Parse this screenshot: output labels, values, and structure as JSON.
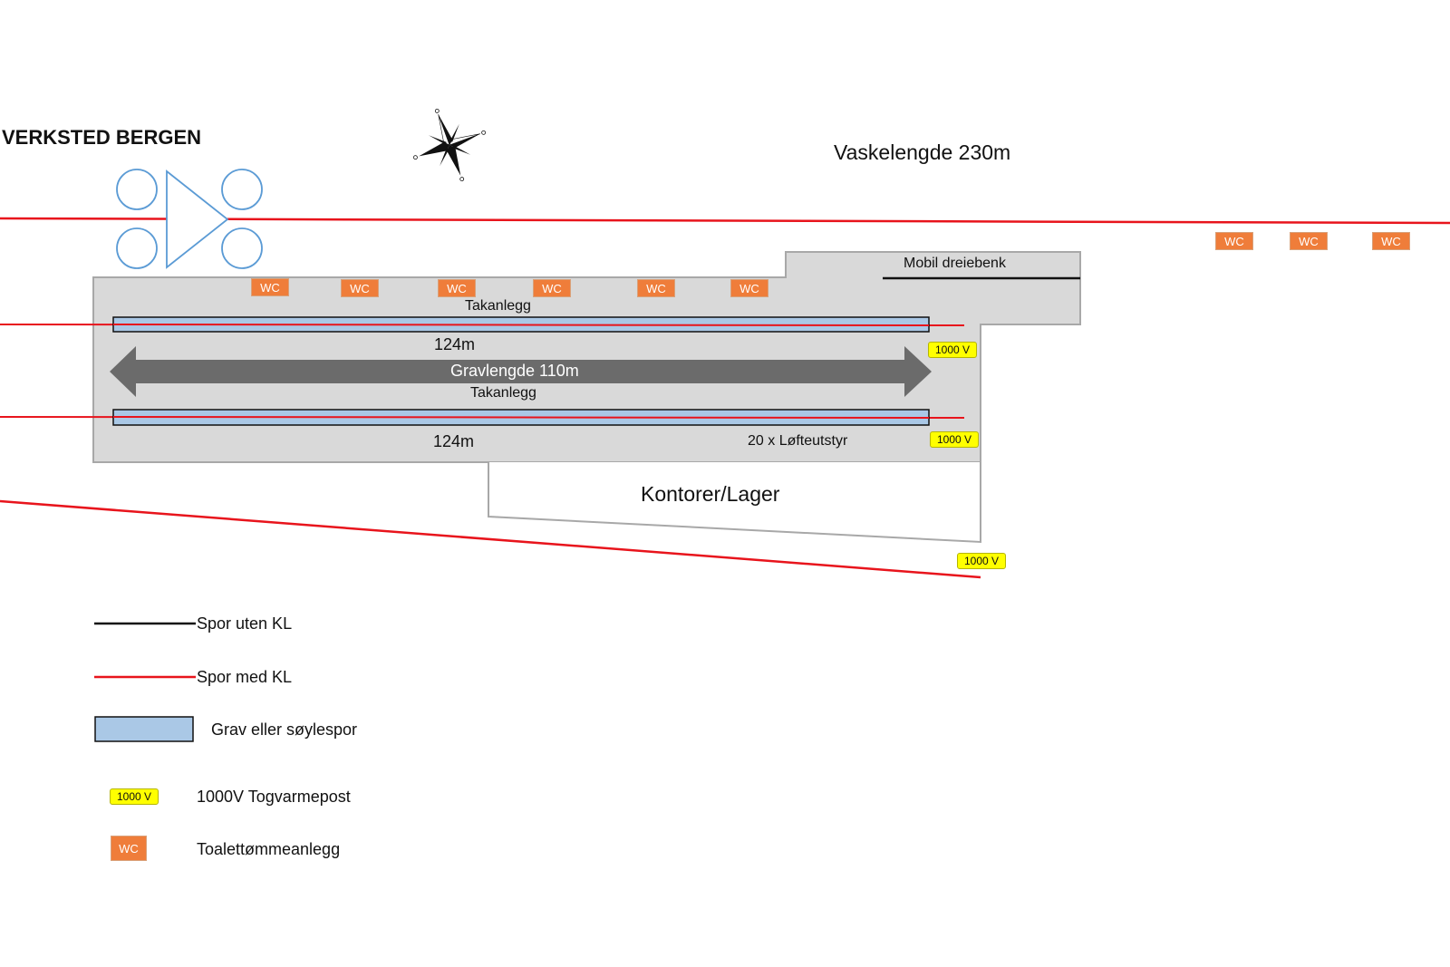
{
  "title": "VERKSTED BERGEN",
  "labels": {
    "washing_length": "Vaskelengde 230m",
    "lathe": "Mobil dreiebenk",
    "roof_1": "Takanlegg",
    "roof_2": "Takanlegg",
    "length_1": "124m",
    "length_2": "124m",
    "pit_length": "Gravlengde 110m",
    "lifting": "20 x Løfteutstyr",
    "offices": "Kontorer/Lager"
  },
  "wc_label": "WC",
  "voltage_label": "1000 V",
  "legend": [
    {
      "symbol": "line-black",
      "text": "Spor uten KL"
    },
    {
      "symbol": "line-red",
      "text": "Spor med KL"
    },
    {
      "symbol": "pit-box",
      "text": "Grav eller søylespor"
    },
    {
      "symbol": "voltage-badge",
      "badge": "1000 V",
      "text": "1000V Togvarmepost"
    },
    {
      "symbol": "wc-badge",
      "badge": "WC",
      "text": "Toalettømmeanlegg"
    }
  ],
  "colors": {
    "track_with_kl": "#e8141c",
    "track_without_kl": "#111111",
    "pit": "#aac8e6",
    "building": "#d9d9d9",
    "wc": "#ef7d3a",
    "voltage": "#ffff00",
    "arrow": "#6b6b6b",
    "turntable": "#5b9bd5"
  },
  "icons": [
    "compass-rose-icon",
    "turntable-icon"
  ]
}
